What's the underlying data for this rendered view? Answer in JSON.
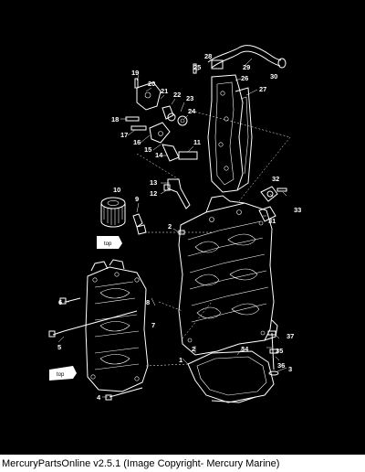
{
  "caption": "MercuryPartsOnline v2.5.1 (Image Copyright- Mercury Marine)",
  "tags": [
    "top",
    "top"
  ],
  "callouts": [
    "1",
    "2",
    "2",
    "3",
    "4",
    "5",
    "6",
    "7",
    "8",
    "9",
    "10",
    "11",
    "12",
    "13",
    "14",
    "15",
    "16",
    "17",
    "18",
    "19",
    "20",
    "21",
    "22",
    "23",
    "24",
    "25",
    "26",
    "27",
    "28",
    "29",
    "30",
    "31",
    "32",
    "33",
    "34",
    "35",
    "36",
    "37"
  ]
}
